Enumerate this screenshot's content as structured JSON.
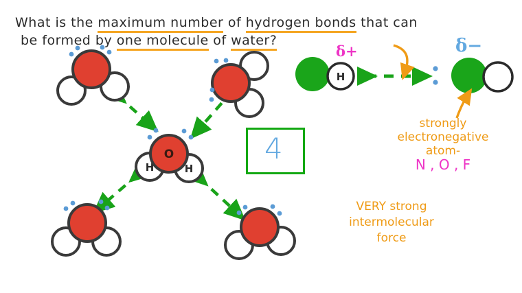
{
  "question": {
    "line1_parts": [
      {
        "text": "What is the ",
        "underline": false
      },
      {
        "text": "maximum number",
        "underline": true
      },
      {
        "text": " of ",
        "underline": false
      },
      {
        "text": "hydrogen bonds",
        "underline": true
      },
      {
        "text": " that can",
        "underline": false
      }
    ],
    "line2_parts": [
      {
        "text": "be formed by ",
        "underline": false
      },
      {
        "text": "one molecule",
        "underline": true
      },
      {
        "text": " of ",
        "underline": false
      },
      {
        "text": "water?",
        "underline": true
      }
    ],
    "plain_line1": "What is the maximum number of hydrogen bonds that can",
    "plain_line2": "be formed by one molecule of water?"
  },
  "answer": {
    "value": "4",
    "box_color": "#13a812",
    "text_color": "#62a8e0"
  },
  "diagram": {
    "central_molecule": {
      "oxygen_label": "O",
      "hydrogen_left_label": "H",
      "hydrogen_right_label": "H"
    },
    "surrounding_molecules": 4,
    "bond_arrows": 4,
    "colors": {
      "oxygen": "#e04030",
      "oxygen_stroke": "#3a3a3a",
      "hydrogen_fill": "#ffffff",
      "hydrogen_stroke": "#3a3a3a",
      "lone_pair_dot": "#5b9bd5",
      "bond_arrow": "#19a319"
    }
  },
  "hbond_schematic": {
    "left_atom_color": "#1aa51a",
    "left_hydrogen_label": "H",
    "delta_plus": "δ+",
    "delta_minus": "δ−",
    "dash_arrow_color": "#19a319",
    "curved_arrow_color": "#ef9b16",
    "right_atom_color": "#1aa51a",
    "right_partner_label": ""
  },
  "annotations": {
    "electronegative": {
      "line1": "strongly",
      "line2": "electronegative",
      "line3": "atom-",
      "line4": "N , O , F",
      "color_text": "#ef9b16",
      "color_elements": "#ee35c6"
    },
    "force": {
      "line1": "VERY strong",
      "line2": "intermolecular",
      "line3": "force",
      "color": "#ef9b16"
    }
  }
}
